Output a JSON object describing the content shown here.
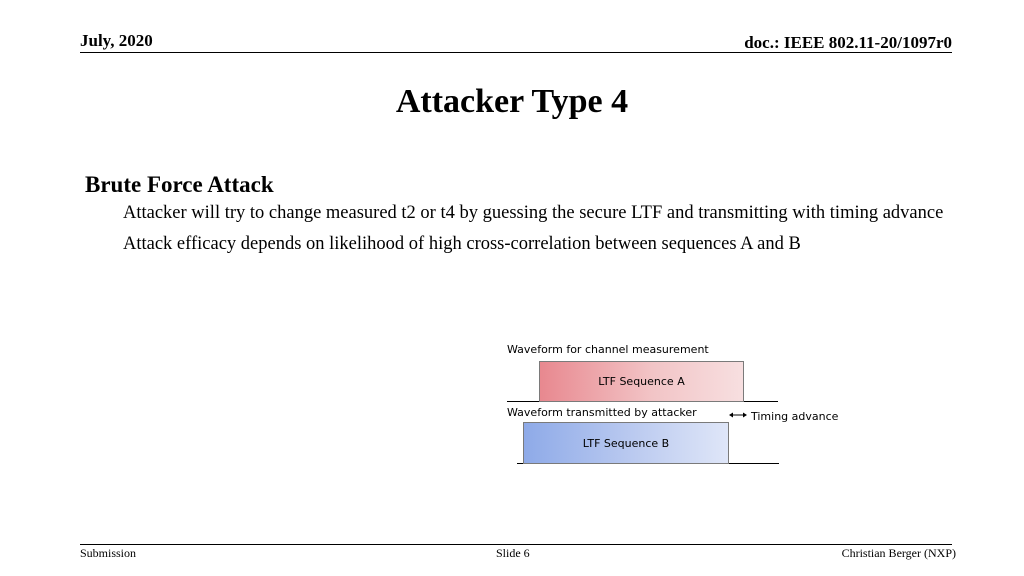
{
  "header": {
    "date": "July, 2020",
    "doc_id": "doc.: IEEE 802.11-20/1097r0"
  },
  "slide": {
    "title": "Attacker Type 4",
    "bullet_main": "Brute Force Attack",
    "sub_bullets": [
      "Attacker will try to change measured t2 or t4 by guessing the secure LTF and transmitting with timing advance",
      "Attack efficacy depends on likelihood of high cross-correlation between sequences A and B"
    ]
  },
  "diagram": {
    "label_top": "Waveform for channel measurement",
    "box_a": "LTF Sequence A",
    "label_bottom": "Waveform transmitted by attacker",
    "timing_label": "Timing advance",
    "box_b": "LTF Sequence B",
    "colors": {
      "box_a": "#e8888f",
      "box_b": "#8eaae8"
    }
  },
  "footer": {
    "left": "Submission",
    "center": "Slide 6",
    "right": "Christian Berger (NXP)"
  }
}
